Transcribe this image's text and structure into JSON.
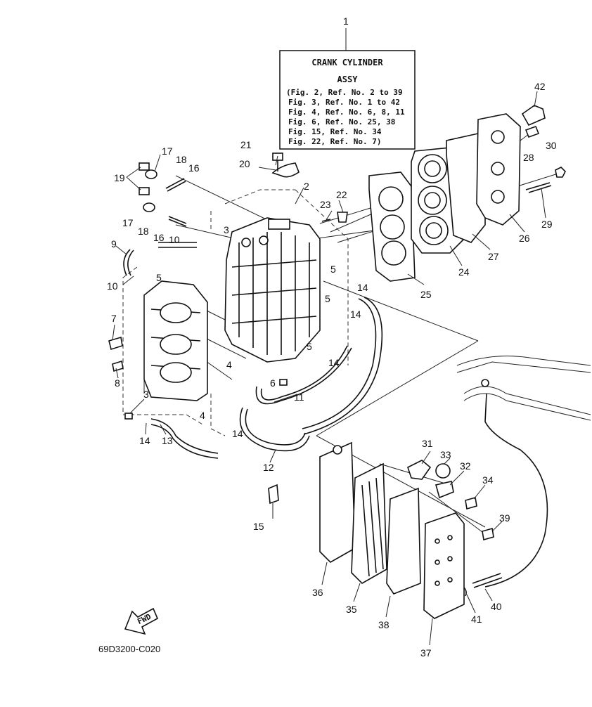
{
  "title_box": {
    "part_no": "1",
    "title_line1": "CRANK CYLINDER",
    "title_line2": "ASSY",
    "refs": [
      "(Fig. 2, Ref. No. 2 to 39",
      "Fig. 3, Ref. No. 1 to 42",
      "Fig. 4, Ref. No. 6, 8, 11",
      "Fig. 6, Ref. No. 25, 38",
      "Fig. 15, Ref. No. 34",
      "Fig. 22, Ref. No. 7)"
    ]
  },
  "fwd_label": "FWD",
  "drawing_code": "69D3200-C020",
  "callouts": [
    "2",
    "3",
    "3",
    "4",
    "4",
    "5",
    "5",
    "5",
    "5",
    "6",
    "7",
    "8",
    "9",
    "10",
    "10",
    "11",
    "12",
    "13",
    "14",
    "14",
    "14",
    "14",
    "14",
    "15",
    "16",
    "16",
    "17",
    "17",
    "18",
    "18",
    "19",
    "20",
    "21",
    "22",
    "23",
    "24",
    "25",
    "26",
    "27",
    "28",
    "29",
    "30",
    "31",
    "32",
    "33",
    "34",
    "35",
    "36",
    "37",
    "38",
    "39",
    "40",
    "41",
    "42"
  ]
}
